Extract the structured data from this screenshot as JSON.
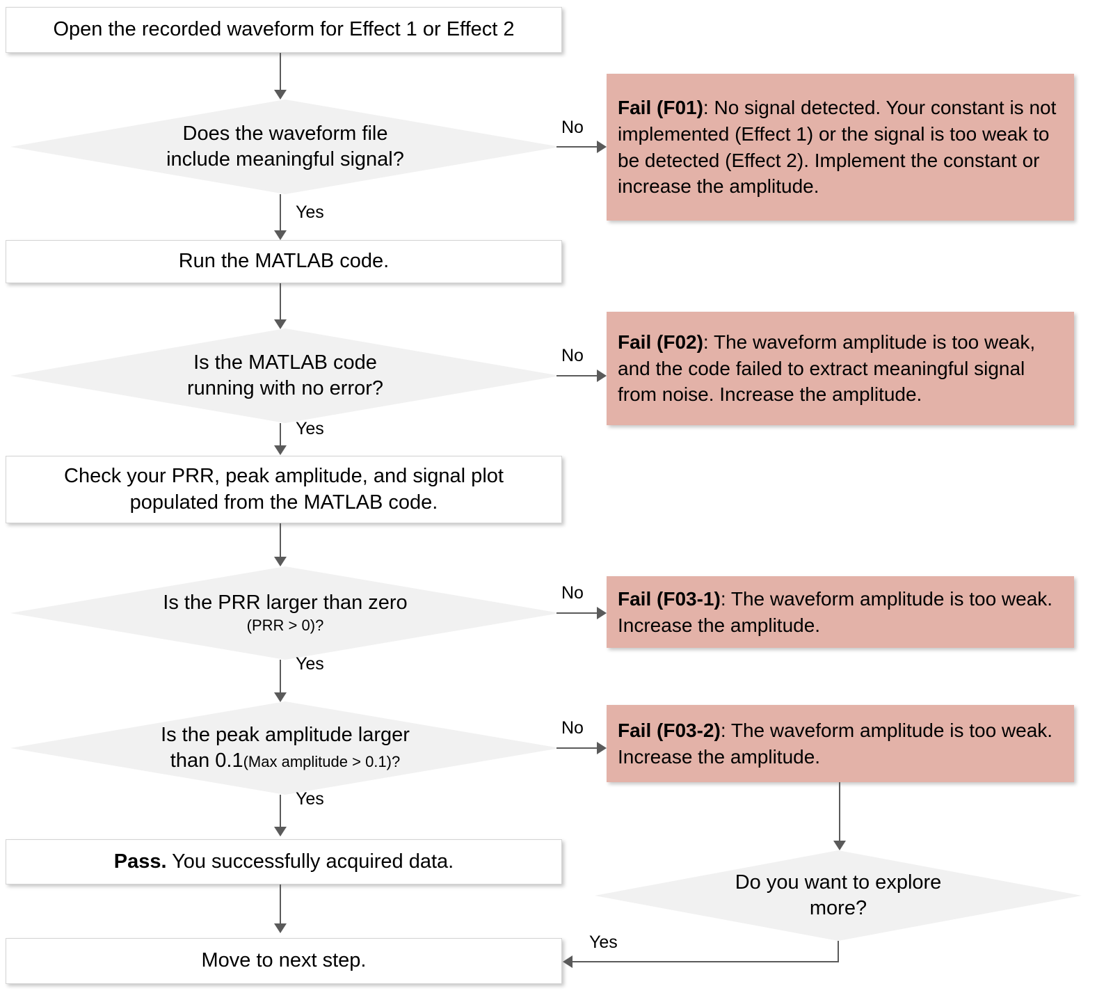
{
  "diagram": {
    "title": "Waveform acquisition troubleshooting flowchart",
    "colors": {
      "fail_box_fill": "#e3b2a8",
      "decision_fill": "#f1f1f1",
      "process_fill": "#ffffff",
      "connector": "#5a5a5a",
      "text": "#000000"
    }
  },
  "nodes": {
    "start": {
      "label": "Open the recorded waveform for Effect 1 or Effect 2",
      "type": "process"
    },
    "d1": {
      "line1": "Does the waveform file",
      "line2": "include meaningful signal?",
      "type": "decision"
    },
    "run_matlab": {
      "label": "Run the MATLAB code.",
      "type": "process"
    },
    "d2": {
      "line1": "Is the MATLAB code",
      "line2": "running with no error?",
      "type": "decision"
    },
    "check_outputs": {
      "line1": "Check your PRR, peak amplitude, and signal plot",
      "line2": "populated from the MATLAB code.",
      "type": "process"
    },
    "d3": {
      "line1": "Is the PRR  larger than zero",
      "line2": "(PRR > 0)?",
      "type": "decision"
    },
    "d4": {
      "line1_a": "Is the peak amplitude larger",
      "line2_a": "than 0.1",
      "line2_b": "(Max amplitude > 0.1)?",
      "type": "decision"
    },
    "pass": {
      "bold": "Pass.",
      "rest": " You successfully acquired data.",
      "type": "process"
    },
    "next_step": {
      "label": "Move to next step.",
      "type": "process"
    },
    "d5": {
      "line1": "Do you want to explore",
      "line2": "more?",
      "type": "decision"
    },
    "f01": {
      "bold": "Fail (F01)",
      "rest": ": No signal detected. Your constant is not implemented (Effect 1) or the signal is too weak to be detected (Effect 2). Implement the constant or increase the amplitude.",
      "type": "fail"
    },
    "f02": {
      "bold": "Fail (F02)",
      "rest": ": The waveform amplitude is too weak, and the code failed to extract meaningful signal from noise. Increase the amplitude.",
      "type": "fail"
    },
    "f03_1": {
      "bold": "Fail (F03-1)",
      "rest": ": The waveform amplitude is too weak. Increase the amplitude.",
      "type": "fail"
    },
    "f03_2": {
      "bold": "Fail (F03-2)",
      "rest": ": The waveform amplitude is too weak. Increase the amplitude.",
      "type": "fail"
    }
  },
  "edge_labels": {
    "d1_no": "No",
    "d1_yes": "Yes",
    "d2_no": "No",
    "d2_yes": "Yes",
    "d3_no": "No",
    "d3_yes": "Yes",
    "d4_no": "No",
    "d4_yes": "Yes",
    "d5_yes": "Yes"
  }
}
